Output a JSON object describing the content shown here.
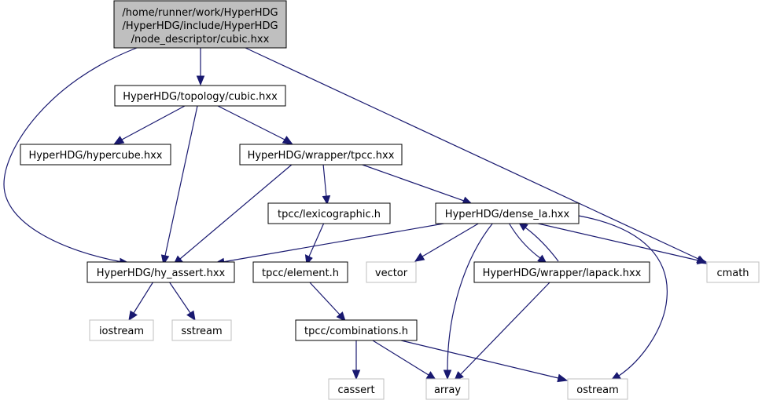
{
  "colors": {
    "edge": "#191970",
    "root_fill": "#bfbfbf",
    "root_border": "#000000",
    "local_fill": "#ffffff",
    "local_border": "#000000",
    "external_border": "#bfbfbf",
    "external_text": "#3a3a3a"
  },
  "nodes": {
    "root": {
      "lines": [
        "/home/runner/work/HyperHDG",
        "/HyperHDG/include/HyperHDG",
        "/node_descriptor/cubic.hxx"
      ]
    },
    "topology_cubic": {
      "label": "HyperHDG/topology/cubic.hxx"
    },
    "hypercube": {
      "label": "HyperHDG/hypercube.hxx"
    },
    "wrapper_tpcc": {
      "label": "HyperHDG/wrapper/tpcc.hxx"
    },
    "lexicographic": {
      "label": "tpcc/lexicographic.h"
    },
    "dense_la": {
      "label": "HyperHDG/dense_la.hxx"
    },
    "hy_assert": {
      "label": "HyperHDG/hy_assert.hxx"
    },
    "element": {
      "label": "tpcc/element.h"
    },
    "vector": {
      "label": "vector"
    },
    "lapack": {
      "label": "HyperHDG/wrapper/lapack.hxx"
    },
    "cmath": {
      "label": "cmath"
    },
    "iostream": {
      "label": "iostream"
    },
    "sstream": {
      "label": "sstream"
    },
    "combinations": {
      "label": "tpcc/combinations.h"
    },
    "cassert": {
      "label": "cassert"
    },
    "array": {
      "label": "array"
    },
    "ostream": {
      "label": "ostream"
    }
  }
}
